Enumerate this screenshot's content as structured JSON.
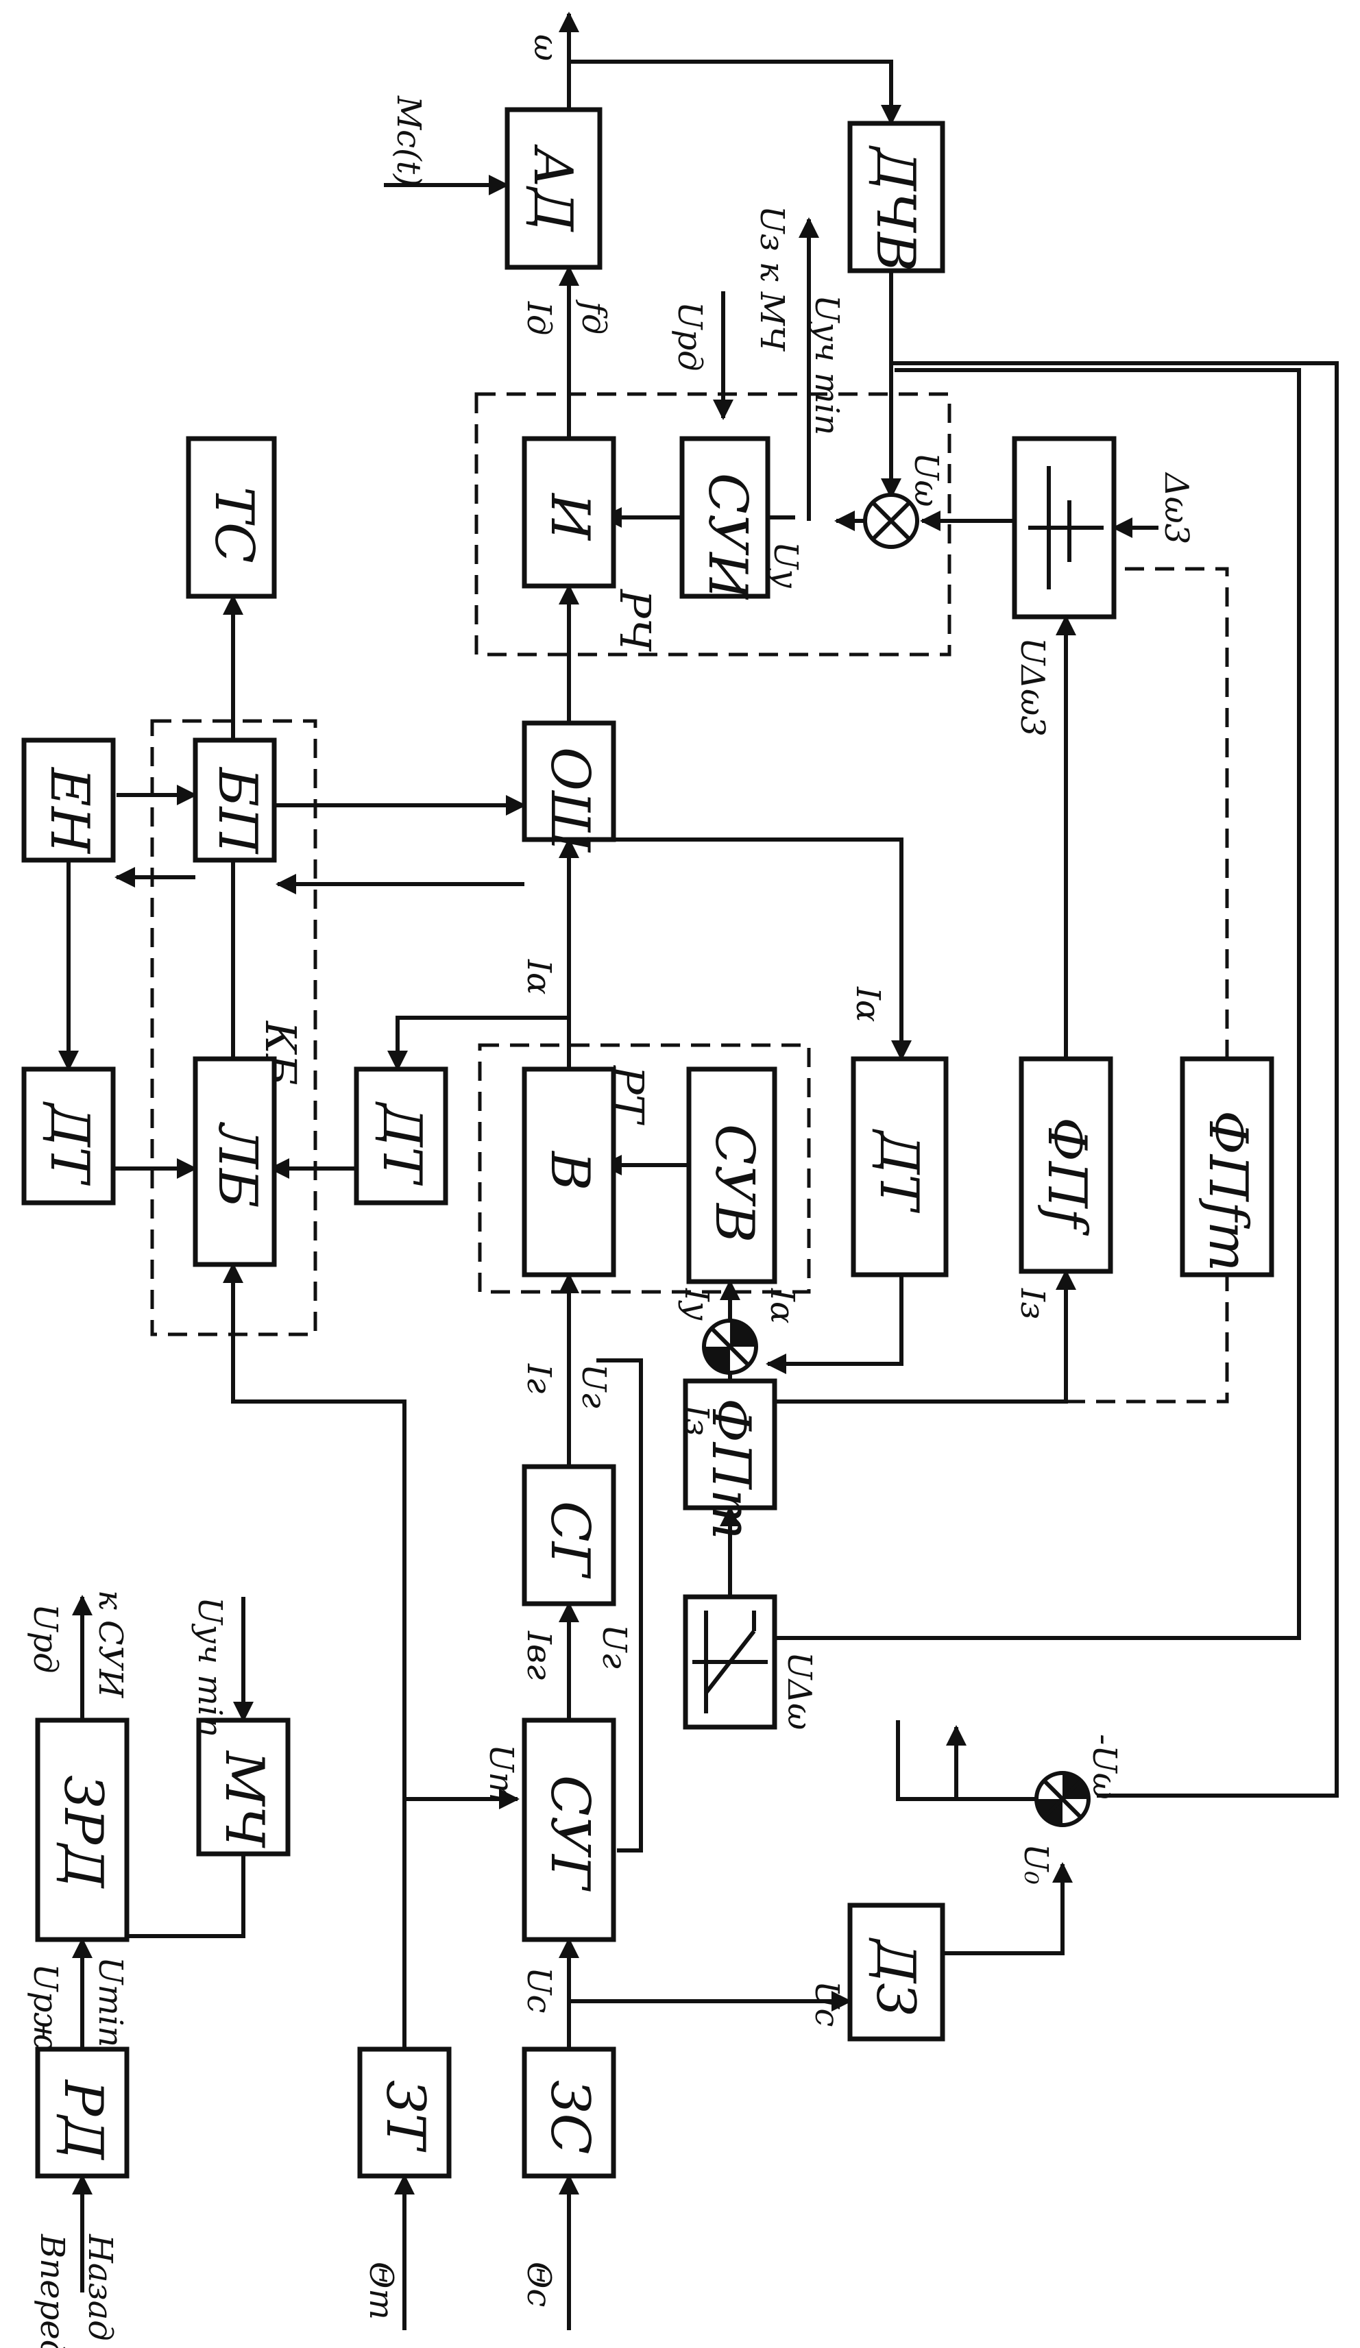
{
  "blocks": {
    "rd": "РД",
    "zrd": "ЗРД",
    "mch": "МЧ",
    "zt": "ЗТ",
    "zs": "ЗС",
    "sug": "СУГ",
    "sg": "СГ",
    "fp_t": "ФПт",
    "dz": "ДЗ",
    "nl": "",
    "dt1": "ДТ",
    "lb": "ЛБ",
    "dt2": "ДТ",
    "v": "В",
    "suv": "СУВ",
    "dt3": "ДТ",
    "fp_f": "ФПf",
    "fp_ft": "ФПfт",
    "en": "ЕН",
    "bp": "БП",
    "osh": "ОШ",
    "ts": "ТС",
    "i": "И",
    "sui": "СУИ",
    "ad": "АД",
    "dchv": "ДЧВ",
    "lim": ""
  },
  "groups": {
    "kb": "КБ",
    "rt": "РТ",
    "rch": "РЧ"
  },
  "signals": {
    "vpered": "Вперед",
    "nazad": "Назад",
    "u_rzh": "Uрж",
    "u_min": "Umin",
    "u_rd": "Uрд",
    "k_sui": "к СУИ",
    "u_uch_min_in": "Uуч min",
    "theta_t": "Θт",
    "theta_c": "Θс",
    "u_t": "Uт",
    "u_c1": "Uс",
    "u_c2": "Uс",
    "i_vg": "Iвг",
    "u_g1": "Uг",
    "i_g": "Iг",
    "u_g2": "Uг",
    "u_0": "U₀",
    "minus_u_w": "-Uω",
    "u_dw": "UΔω",
    "i_z1": "Iз",
    "i_y": "Iу",
    "i_a1": "Iα",
    "i_a2": "Iα",
    "i_a3": "Iα",
    "i_z2": "Iз",
    "u_dw3": "UΔω3",
    "dw3": "Δω3",
    "u_y": "Uу",
    "u_w": "Uω",
    "u_rd2": "Uрд",
    "u_z_k_mch": "Uз к МЧ",
    "u_uch_min": "Uуч min",
    "i_d": "Iд",
    "f_d": "fд",
    "m_c": "Mc(t)",
    "omega": "ω"
  }
}
